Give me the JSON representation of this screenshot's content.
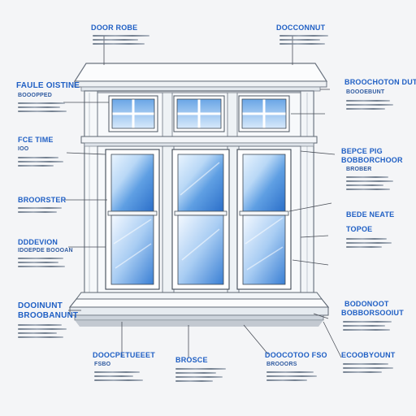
{
  "colors": {
    "label_blue": "#1f5fc4",
    "frame_white": "#fbfcfd",
    "frame_shadow": "#9aa3ad",
    "glass_blue": "#3f84d6",
    "glass_light": "#e8f3fd",
    "leader_line": "#4a4f58"
  },
  "labels": {
    "top_center": "DOOR ROBE",
    "top_right": "DOCCONNUT",
    "left_1": "FAULE OISTINE",
    "left_1b": "BOOOPPED",
    "left_2": "FCE TIME",
    "left_2b": "IOO",
    "left_3": "BROORSTER",
    "left_4": "DDDEVION",
    "left_4b": "IDOEPDE BOOOAN",
    "left_5": "DOOINUNT",
    "left_5b": "BROOBANUNT",
    "right_1": "BROOCHOTON DUT",
    "right_1b": "BOOOEBUNT",
    "right_2": "BEPCE PIG",
    "right_2b": "BOBBORCHOOR",
    "right_2c": "BROBER",
    "right_3": "BEDE NEATE",
    "right_4": "TOPOE",
    "right_5": "BODONOOT",
    "right_5b": "BOBBORSOOIUT",
    "bottom_1": "DOOCPETUEEET",
    "bottom_1b": "FSBO",
    "bottom_2": "BROSCE",
    "bottom_3": "DOOCOTOO FSO",
    "bottom_3b": "BROOORS",
    "bottom_4": "ECOOBYOUNT"
  }
}
